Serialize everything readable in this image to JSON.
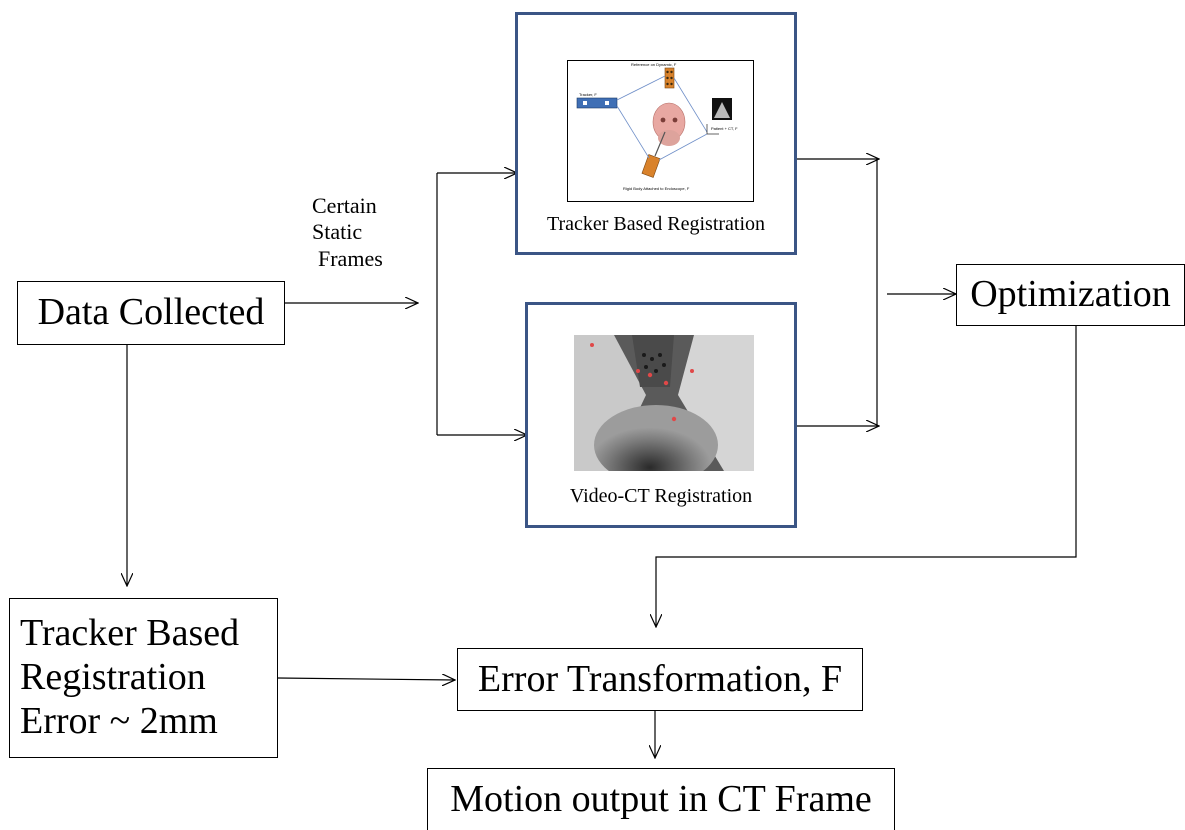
{
  "nodes": {
    "data_collected": "Data Collected",
    "optimization": "Optimization",
    "tracker_error_line1": "Tracker Based",
    "tracker_error_line2": "Registration",
    "tracker_error_line3": "Error ~ 2mm",
    "error_transform": "Error Transformation, F",
    "motion_output": "Motion output in CT Frame"
  },
  "panels": {
    "tracker_caption": "Tracker Based Registration",
    "video_caption": "Video-CT Registration"
  },
  "edge_labels": {
    "frames_line1": "Certain",
    "frames_line2": "Static",
    "frames_line3": "Frames"
  },
  "figure_labels": {
    "reference": "Reference on Dynamic, F",
    "tracker": "Tracker, F",
    "patient": "Patient + CT, F",
    "rigid_body": "Rigid Body Attached to Endoscope, F"
  },
  "colors": {
    "panel_border": "#3b5585",
    "line": "#000000"
  }
}
